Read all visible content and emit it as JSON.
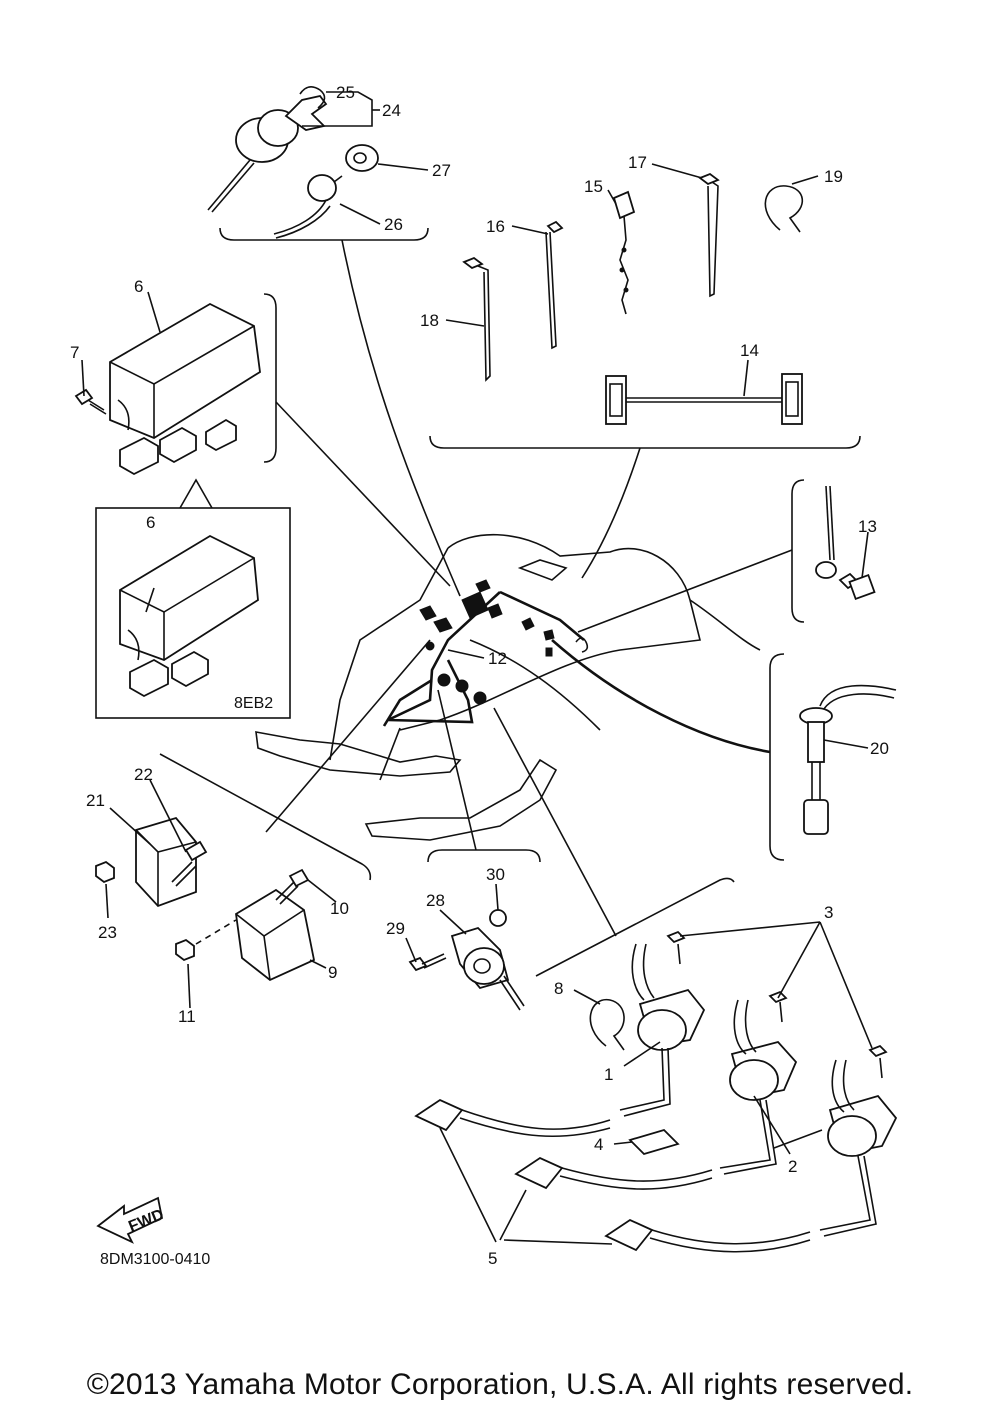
{
  "diagram": {
    "part_numbers": [
      "1",
      "2",
      "3",
      "4",
      "5",
      "6",
      "6",
      "7",
      "8",
      "9",
      "10",
      "11",
      "12",
      "13",
      "14",
      "15",
      "16",
      "17",
      "18",
      "19",
      "20",
      "21",
      "22",
      "23",
      "24",
      "25",
      "26",
      "27",
      "28",
      "29",
      "30"
    ],
    "variant_code": "8EB2",
    "fwd_label": "FWD",
    "drawing_code": "8DM3100-0410"
  },
  "footer": {
    "copyright": "©2013 Yamaha Motor Corporation, U.S.A. All rights reserved."
  }
}
